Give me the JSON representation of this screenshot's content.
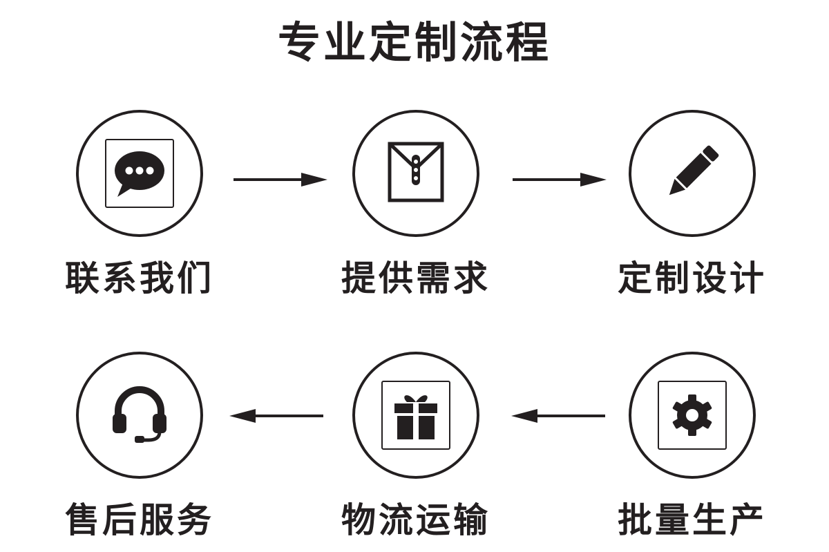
{
  "title": "专业定制流程",
  "steps": [
    {
      "label": "联系我们",
      "icon": "chat-bubble-icon"
    },
    {
      "label": "提供需求",
      "icon": "envelope-folder-icon"
    },
    {
      "label": "定制设计",
      "icon": "pencil-icon"
    },
    {
      "label": "批量生产",
      "icon": "gear-icon"
    },
    {
      "label": "物流运输",
      "icon": "gift-box-icon"
    },
    {
      "label": "售后服务",
      "icon": "headset-icon"
    }
  ],
  "colors": {
    "ink": "#231f20",
    "background": "#ffffff"
  }
}
